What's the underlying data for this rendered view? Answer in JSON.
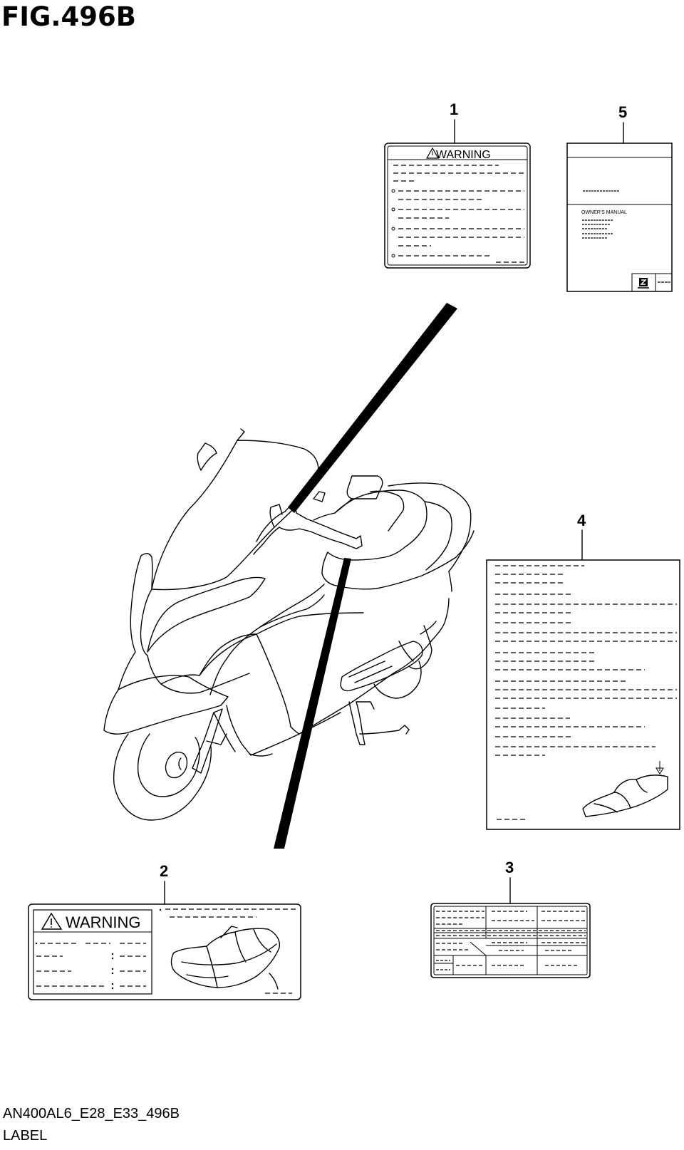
{
  "figure": {
    "title": "FIG.496B"
  },
  "parts": [
    {
      "number": "1",
      "name": "warning-label-1"
    },
    {
      "number": "2",
      "name": "warning-label-2"
    },
    {
      "number": "3",
      "name": "info-label-3"
    },
    {
      "number": "4",
      "name": "instruction-sheet-4"
    },
    {
      "number": "5",
      "name": "owners-manual-5"
    }
  ],
  "labels": {
    "warning_1": "WARNING",
    "warning_2": "WARNING",
    "manual_title": "OWNER'S MANUAL"
  },
  "footer": {
    "code": "AN400AL6_E28_E33_496B",
    "name": "LABEL"
  }
}
